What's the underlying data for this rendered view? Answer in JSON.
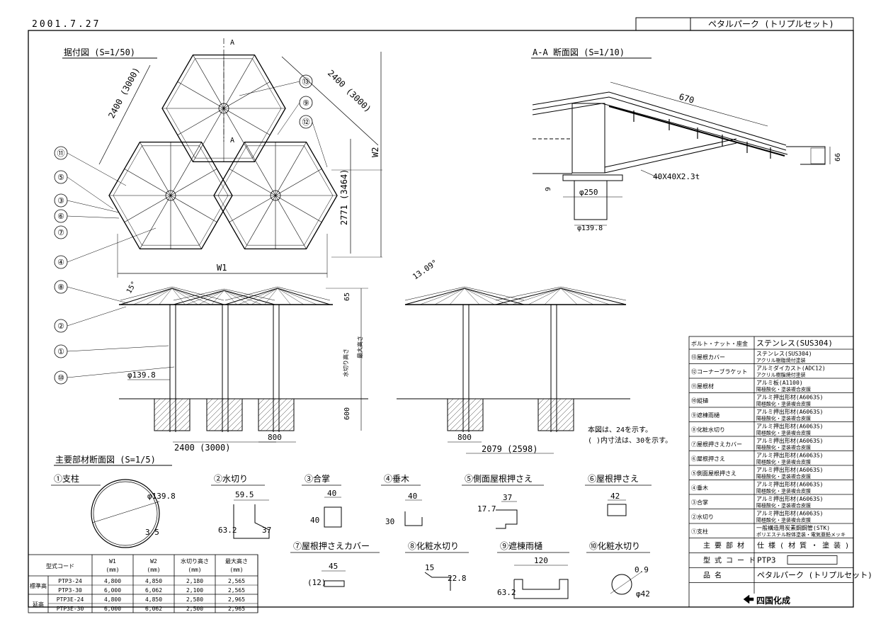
{
  "header": {
    "date": "2001.7.27",
    "title": "ペタルパーク (トリプルセット)"
  },
  "views": {
    "plan_title": "据付図 (S=1/50)",
    "section_title": "A-A 断面図 (S=1/10)",
    "members_title": "主要部材断面図 (S=1/5)"
  },
  "plan": {
    "cut_label": "A",
    "dim_side_left": "2400 (3000)",
    "dim_side_right": "2400 (3000)",
    "dim_height": "2771 (3464)",
    "dim_w2": "W2",
    "dim_w1": "W1",
    "callouts": [
      "⑬",
      "⑨",
      "⑫",
      "⑪",
      "⑤",
      "③",
      "⑥",
      "⑦",
      "④"
    ]
  },
  "section": {
    "dim_670": "670",
    "dim_66": "66",
    "dim_9": "9",
    "dim_250": "φ250",
    "dim_1398": "φ139.8",
    "brace": "40X40X2.3t"
  },
  "elevation": {
    "callouts": [
      "⑧",
      "②",
      "①",
      "⑩"
    ],
    "angle_left": "15°",
    "angle_right": "13.09°",
    "dim_65": "65",
    "dim_600": "600",
    "label_mizukiri": "水切り高さ",
    "label_max": "最大高さ",
    "dim_pole": "φ139.8",
    "dim_span_left": "2400 (3000)",
    "dim_800_left": "800",
    "dim_800_right": "800",
    "dim_span_right": "2079 (2598)",
    "note1": "本図は、24を示す。",
    "note2": "( )内寸法は、30を示す。"
  },
  "members": [
    {
      "label": "①支柱",
      "dims": [
        "φ139.8",
        "3.5"
      ]
    },
    {
      "label": "②水切り",
      "dims": [
        "59.5",
        "63.2",
        "37"
      ]
    },
    {
      "label": "③合掌",
      "dims": [
        "40",
        "40"
      ]
    },
    {
      "label": "④垂木",
      "dims": [
        "40",
        "30"
      ]
    },
    {
      "label": "⑤側面屋根押さえ",
      "dims": [
        "37",
        "17.7"
      ]
    },
    {
      "label": "⑥屋根押さえ",
      "dims": [
        "42"
      ]
    },
    {
      "label": "⑦屋根押さえカバー",
      "dims": [
        "45",
        "(12)"
      ]
    },
    {
      "label": "⑧化粧水切り",
      "dims": [
        "15",
        "22.8"
      ]
    },
    {
      "label": "⑨遮棟雨樋",
      "dims": [
        "120",
        "63.2"
      ]
    },
    {
      "label": "⑩化粧水切り",
      "dims": [
        "0.9",
        "φ42"
      ]
    }
  ],
  "model_table": {
    "headers": [
      "型式コード",
      "W1\n(mm)",
      "W2\n(mm)",
      "水切り高さ\n(mm)",
      "最大高さ\n(mm)"
    ],
    "groups": [
      {
        "name": "標準高",
        "rows": [
          [
            "PTP3-24",
            "4,800",
            "4,850",
            "2,180",
            "2,565"
          ],
          [
            "PTP3-30",
            "6,000",
            "6,062",
            "2,100",
            "2,565"
          ]
        ]
      },
      {
        "name": "延高",
        "rows": [
          [
            "PTP3E-24",
            "4,800",
            "4,850",
            "2,580",
            "2,965"
          ],
          [
            "PTP3E-30",
            "6,000",
            "6,062",
            "2,500",
            "2,965"
          ]
        ]
      }
    ]
  },
  "spec_table": {
    "top": {
      "name": "ボルト・ナット・座金",
      "spec": "ステンレス(SUS304)"
    },
    "rows": [
      {
        "name": "⑬屋根カバー",
        "spec": [
          "ステンレス(SUS304)",
          "アクリル樹脂焼付塗装"
        ]
      },
      {
        "name": "⑫コーナーブラケット",
        "spec": [
          "アルミダイカスト(ADC12)",
          "アクリル樹脂焼付塗装"
        ]
      },
      {
        "name": "⑪屋根材",
        "spec": [
          "アルミ板(A1100)",
          "陽極酸化・塗装複合皮膜"
        ]
      },
      {
        "name": "⑩縦樋",
        "spec": [
          "アルミ押出形材(A6063S)",
          "陽極酸化・塗装複合皮膜"
        ]
      },
      {
        "name": "⑨遮棟雨樋",
        "spec": [
          "アルミ押出形材(A6063S)",
          "陽極酸化・塗装複合皮膜"
        ]
      },
      {
        "name": "⑧化粧水切り",
        "spec": [
          "アルミ押出形材(A6063S)",
          "陽極酸化・塗装複合皮膜"
        ]
      },
      {
        "name": "⑦屋根押さえカバー",
        "spec": [
          "アルミ押出形材(A6063S)",
          "陽極酸化・塗装複合皮膜"
        ]
      },
      {
        "name": "⑥屋根押さえ",
        "spec": [
          "アルミ押出形材(A6063S)",
          "陽極酸化・塗装複合皮膜"
        ]
      },
      {
        "name": "⑤側面屋根押さえ",
        "spec": [
          "アルミ押出形材(A6063S)",
          "陽極酸化・塗装複合皮膜"
        ]
      },
      {
        "name": "④垂木",
        "spec": [
          "アルミ押出形材(A6063S)",
          "陽極酸化・塗装複合皮膜"
        ]
      },
      {
        "name": "③合掌",
        "spec": [
          "アルミ押出形材(A6063S)",
          "陽極酸化・塗装複合皮膜"
        ]
      },
      {
        "name": "②水切り",
        "spec": [
          "アルミ押出形材(A6063S)",
          "陽極酸化・塗装複合皮膜"
        ]
      },
      {
        "name": "①支柱",
        "spec": [
          "一般構造用炭素鋼鋼管(STK)",
          "ポリエステル粉体塗装・電気亜鉛メッキ"
        ]
      }
    ],
    "footer": [
      {
        "name": "主 要 部 材",
        "spec": "仕 様 ( 材 質 ・ 塗 装 )"
      },
      {
        "name": "型 式 コ ー ド",
        "spec": "PTP3"
      },
      {
        "name": "品 名",
        "spec": "ペタルパーク (トリプルセット)"
      }
    ],
    "maker": "四国化成"
  }
}
